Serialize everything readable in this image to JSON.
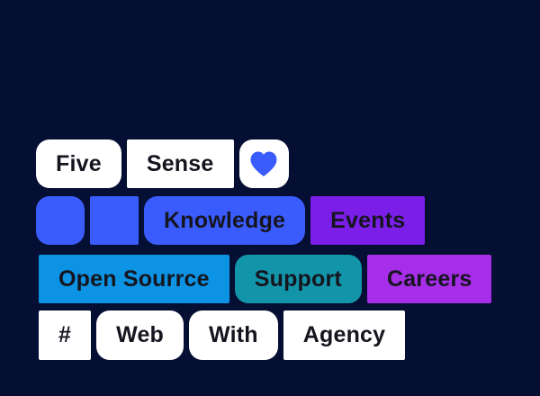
{
  "background": "#050f33",
  "palette": {
    "white": "#ffffff",
    "blue": "#3b5cfc",
    "violet": "#7b1fe8",
    "azure": "#0c93e4",
    "teal": "#1295a9",
    "purple": "#a72ee8",
    "text": "#15151f",
    "heart": "#3b5cfc"
  },
  "rows": [
    {
      "items": [
        {
          "kind": "text",
          "name": "tag-five",
          "label": "Five",
          "color": "white",
          "shape": "rounded",
          "interactable": true
        },
        {
          "kind": "text",
          "name": "tag-sense",
          "label": "Sense",
          "color": "white",
          "shape": "square",
          "interactable": true
        },
        {
          "kind": "icon",
          "name": "heart-button",
          "icon": "heart-icon",
          "color": "white",
          "shape": "rounded",
          "interactable": true
        }
      ]
    },
    {
      "items": [
        {
          "kind": "block",
          "name": "decor-block-rounded",
          "color": "blue",
          "shape": "rounded",
          "interactable": false
        },
        {
          "kind": "block",
          "name": "decor-block-square",
          "color": "blue",
          "shape": "square",
          "interactable": false
        },
        {
          "kind": "text",
          "name": "tag-knowledge",
          "label": "Knowledge",
          "color": "blue",
          "shape": "rounded",
          "interactable": true
        },
        {
          "kind": "text",
          "name": "tag-events",
          "label": "Events",
          "color": "violet",
          "shape": "square",
          "interactable": true
        }
      ]
    },
    {
      "items": [
        {
          "kind": "text",
          "name": "tag-open-sourrce",
          "label": "Open Sourrce",
          "color": "azure",
          "shape": "square",
          "interactable": true
        },
        {
          "kind": "text",
          "name": "tag-support",
          "label": "Support",
          "color": "teal",
          "shape": "rounded",
          "interactable": true
        },
        {
          "kind": "text",
          "name": "tag-careers",
          "label": "Careers",
          "color": "purple",
          "shape": "square",
          "interactable": true
        }
      ]
    },
    {
      "items": [
        {
          "kind": "text",
          "name": "tag-hash",
          "label": "#",
          "color": "white",
          "shape": "square",
          "interactable": true
        },
        {
          "kind": "text",
          "name": "tag-web",
          "label": "Web",
          "color": "white",
          "shape": "rounded",
          "interactable": true
        },
        {
          "kind": "text",
          "name": "tag-with",
          "label": "With",
          "color": "white",
          "shape": "rounded",
          "interactable": true
        },
        {
          "kind": "text",
          "name": "tag-agency",
          "label": "Agency",
          "color": "white",
          "shape": "square",
          "interactable": true
        }
      ]
    }
  ]
}
